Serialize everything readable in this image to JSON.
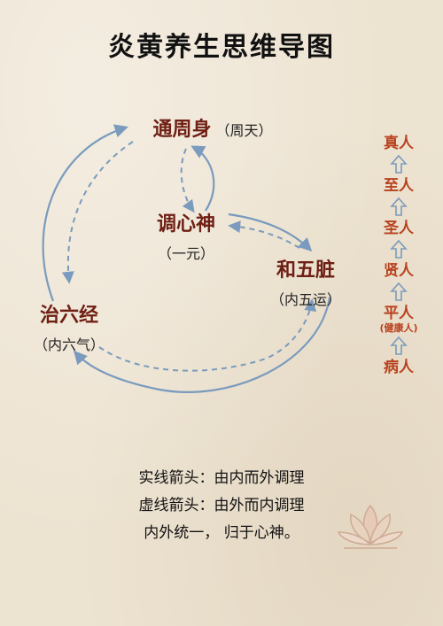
{
  "title": "炎黄养生思维导图",
  "nodes": {
    "top": {
      "name": "通周身",
      "sub": "（周天）"
    },
    "center": {
      "name": "调心神",
      "sub": "（一元）"
    },
    "right": {
      "name": "和五脏",
      "sub": "（内五运）"
    },
    "left": {
      "name": "治六经",
      "sub": "（内六气）"
    }
  },
  "ladder": {
    "levels": [
      "真人",
      "至人",
      "圣人",
      "贤人",
      "平人",
      "病人"
    ],
    "note": "(健康人)"
  },
  "notes": {
    "solid": "实线箭头：由内而外调理",
    "dashed": "虚线箭头：由外而内调理",
    "summary": "内外统一，  归于心神。"
  },
  "colors": {
    "accent": "#6f1f14",
    "arrow": "#7a9bbd",
    "ladder": "#b8421f"
  }
}
